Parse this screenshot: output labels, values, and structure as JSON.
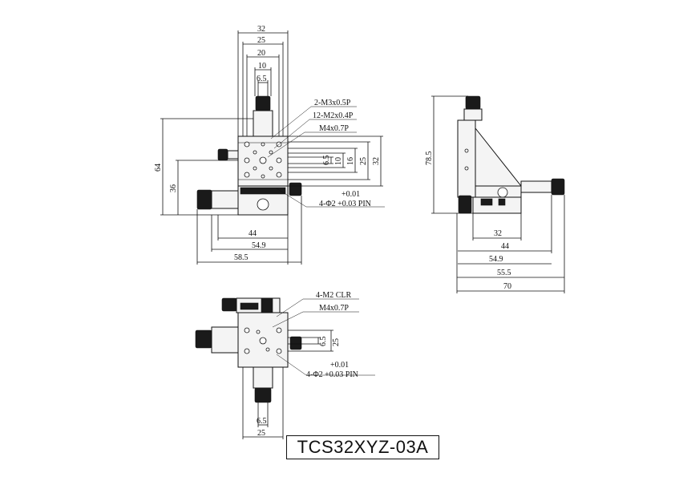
{
  "title": "TCS32XYZ-03A",
  "front_view": {
    "top_dims": [
      "32",
      "25",
      "20",
      "10",
      "6.5"
    ],
    "callouts": [
      "2-M3x0.5P",
      "12-M2x0.4P",
      "M4x0.7P"
    ],
    "right_dims": [
      "6.5",
      "10",
      "16",
      "25",
      "32"
    ],
    "left_dims": [
      "64",
      "36"
    ],
    "pin_tol": "+0.01",
    "pin_note": "4-Φ2 +0.03 PIN",
    "bottom_dims": [
      "44",
      "54.9",
      "58.5"
    ]
  },
  "side_view": {
    "height_dim": "78.5",
    "bottom_dims": [
      "32",
      "44",
      "54.9",
      "55.5",
      "70"
    ]
  },
  "top_view": {
    "callouts": [
      "4-M2 CLR",
      "M4x0.7P"
    ],
    "right_dims": [
      "6.5",
      "25"
    ],
    "pin_tol": "+0.01",
    "pin_note": "4-Φ2 +0.03 PIN",
    "bottom_dims": [
      "6.5",
      "25"
    ]
  }
}
